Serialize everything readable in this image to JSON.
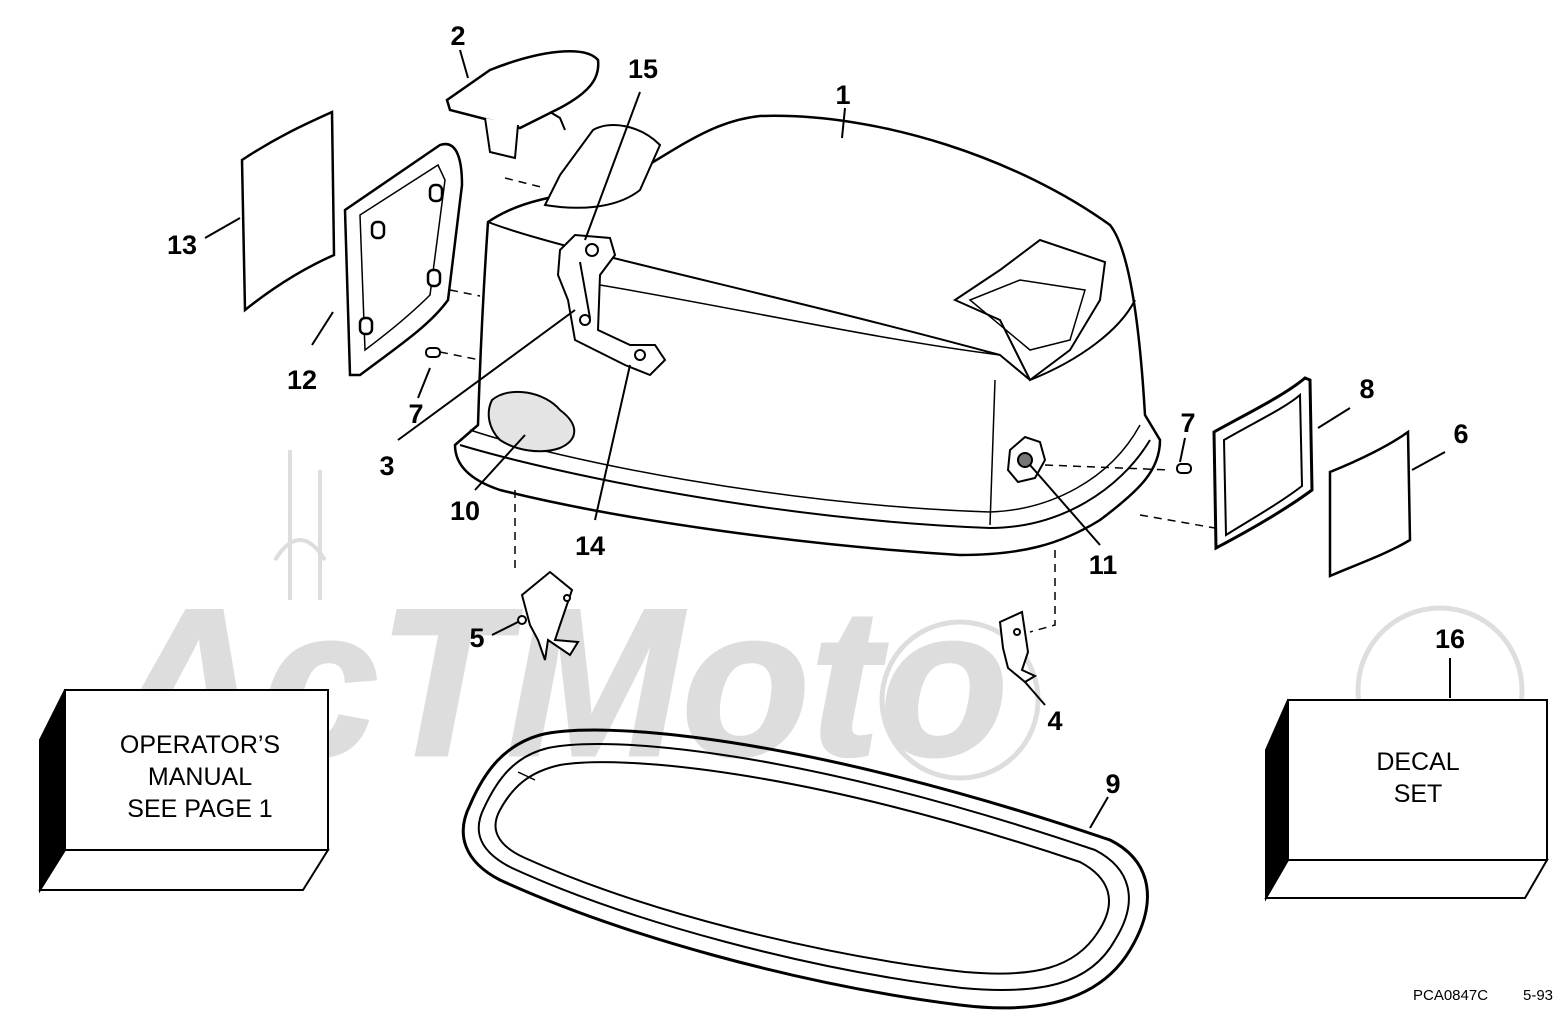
{
  "watermark": {
    "text": "AcTMoto"
  },
  "callouts": {
    "c1": "1",
    "c2": "2",
    "c3": "3",
    "c4": "4",
    "c5": "5",
    "c6": "6",
    "c7a": "7",
    "c7b": "7",
    "c8": "8",
    "c9": "9",
    "c10": "10",
    "c11": "11",
    "c12": "12",
    "c13": "13",
    "c14": "14",
    "c15": "15",
    "c16": "16"
  },
  "operator_box": {
    "line1": "OPERATOR’S",
    "line2": "MANUAL",
    "line3": "SEE PAGE 1"
  },
  "decal_box": {
    "line1": "DECAL",
    "line2": "SET"
  },
  "footer": {
    "code": "PCA0847C",
    "date": "5-93"
  }
}
